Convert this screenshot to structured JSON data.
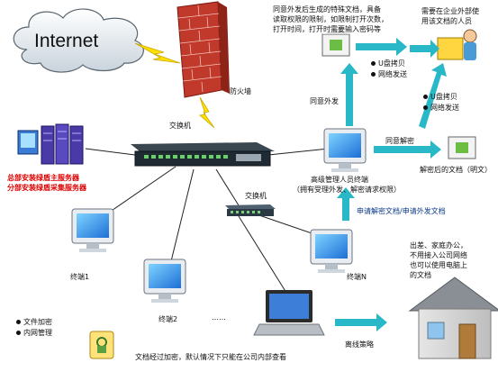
{
  "internet": {
    "label": "Internet"
  },
  "firewall": {
    "label": "防火墙"
  },
  "switch_main": {
    "label": "交换机"
  },
  "switch_sub": {
    "label": "交换机"
  },
  "servers": {
    "line1": "总部安装绿盾主服务器",
    "line2": "分部安装绿盾采集服务器"
  },
  "special_doc": {
    "lines": [
      "同意外发后生成的特殊文档，具备",
      "读取权限的限制，如限制打开次数，",
      "打开时间，打开时需要输入密码等"
    ]
  },
  "external_user": {
    "lines": [
      "需要在企业外部使",
      "用该文档的人员"
    ]
  },
  "transfer_top": {
    "items": [
      "U盘拷贝",
      "网络发送"
    ]
  },
  "transfer_mid": {
    "items": [
      "U盘拷贝",
      "网络发送"
    ]
  },
  "agree_send": {
    "label": "同意外发"
  },
  "agree_decrypt": {
    "label": "同意解密"
  },
  "decrypted_doc": {
    "label": "解密后的文档（明文）"
  },
  "admin_terminal": {
    "lines": [
      "高级管理人员终端",
      "（拥有受理外发、解密请求权限）"
    ]
  },
  "request": {
    "label": "申请解密文档/申请外发文档"
  },
  "terminals": {
    "t1": "终端1",
    "t2": "终端2",
    "dots": "……",
    "tn": "终端N"
  },
  "home": {
    "lines": [
      "出差、家庭办公，",
      "不用接入公司网络",
      "也可以使用电脑上",
      "的文档"
    ]
  },
  "offline": {
    "label": "离线策略"
  },
  "features": {
    "items": [
      "文件加密",
      "内网管理"
    ]
  },
  "encrypted_note": {
    "label": "文档经过加密，默认情况下只能在公司内部查看"
  },
  "colors": {
    "arrow": "#28b8c8",
    "lightning": "#ffe000",
    "firewall": "#c0392b",
    "server": "#4a3aa8",
    "house_roof": "#8a8f96"
  }
}
